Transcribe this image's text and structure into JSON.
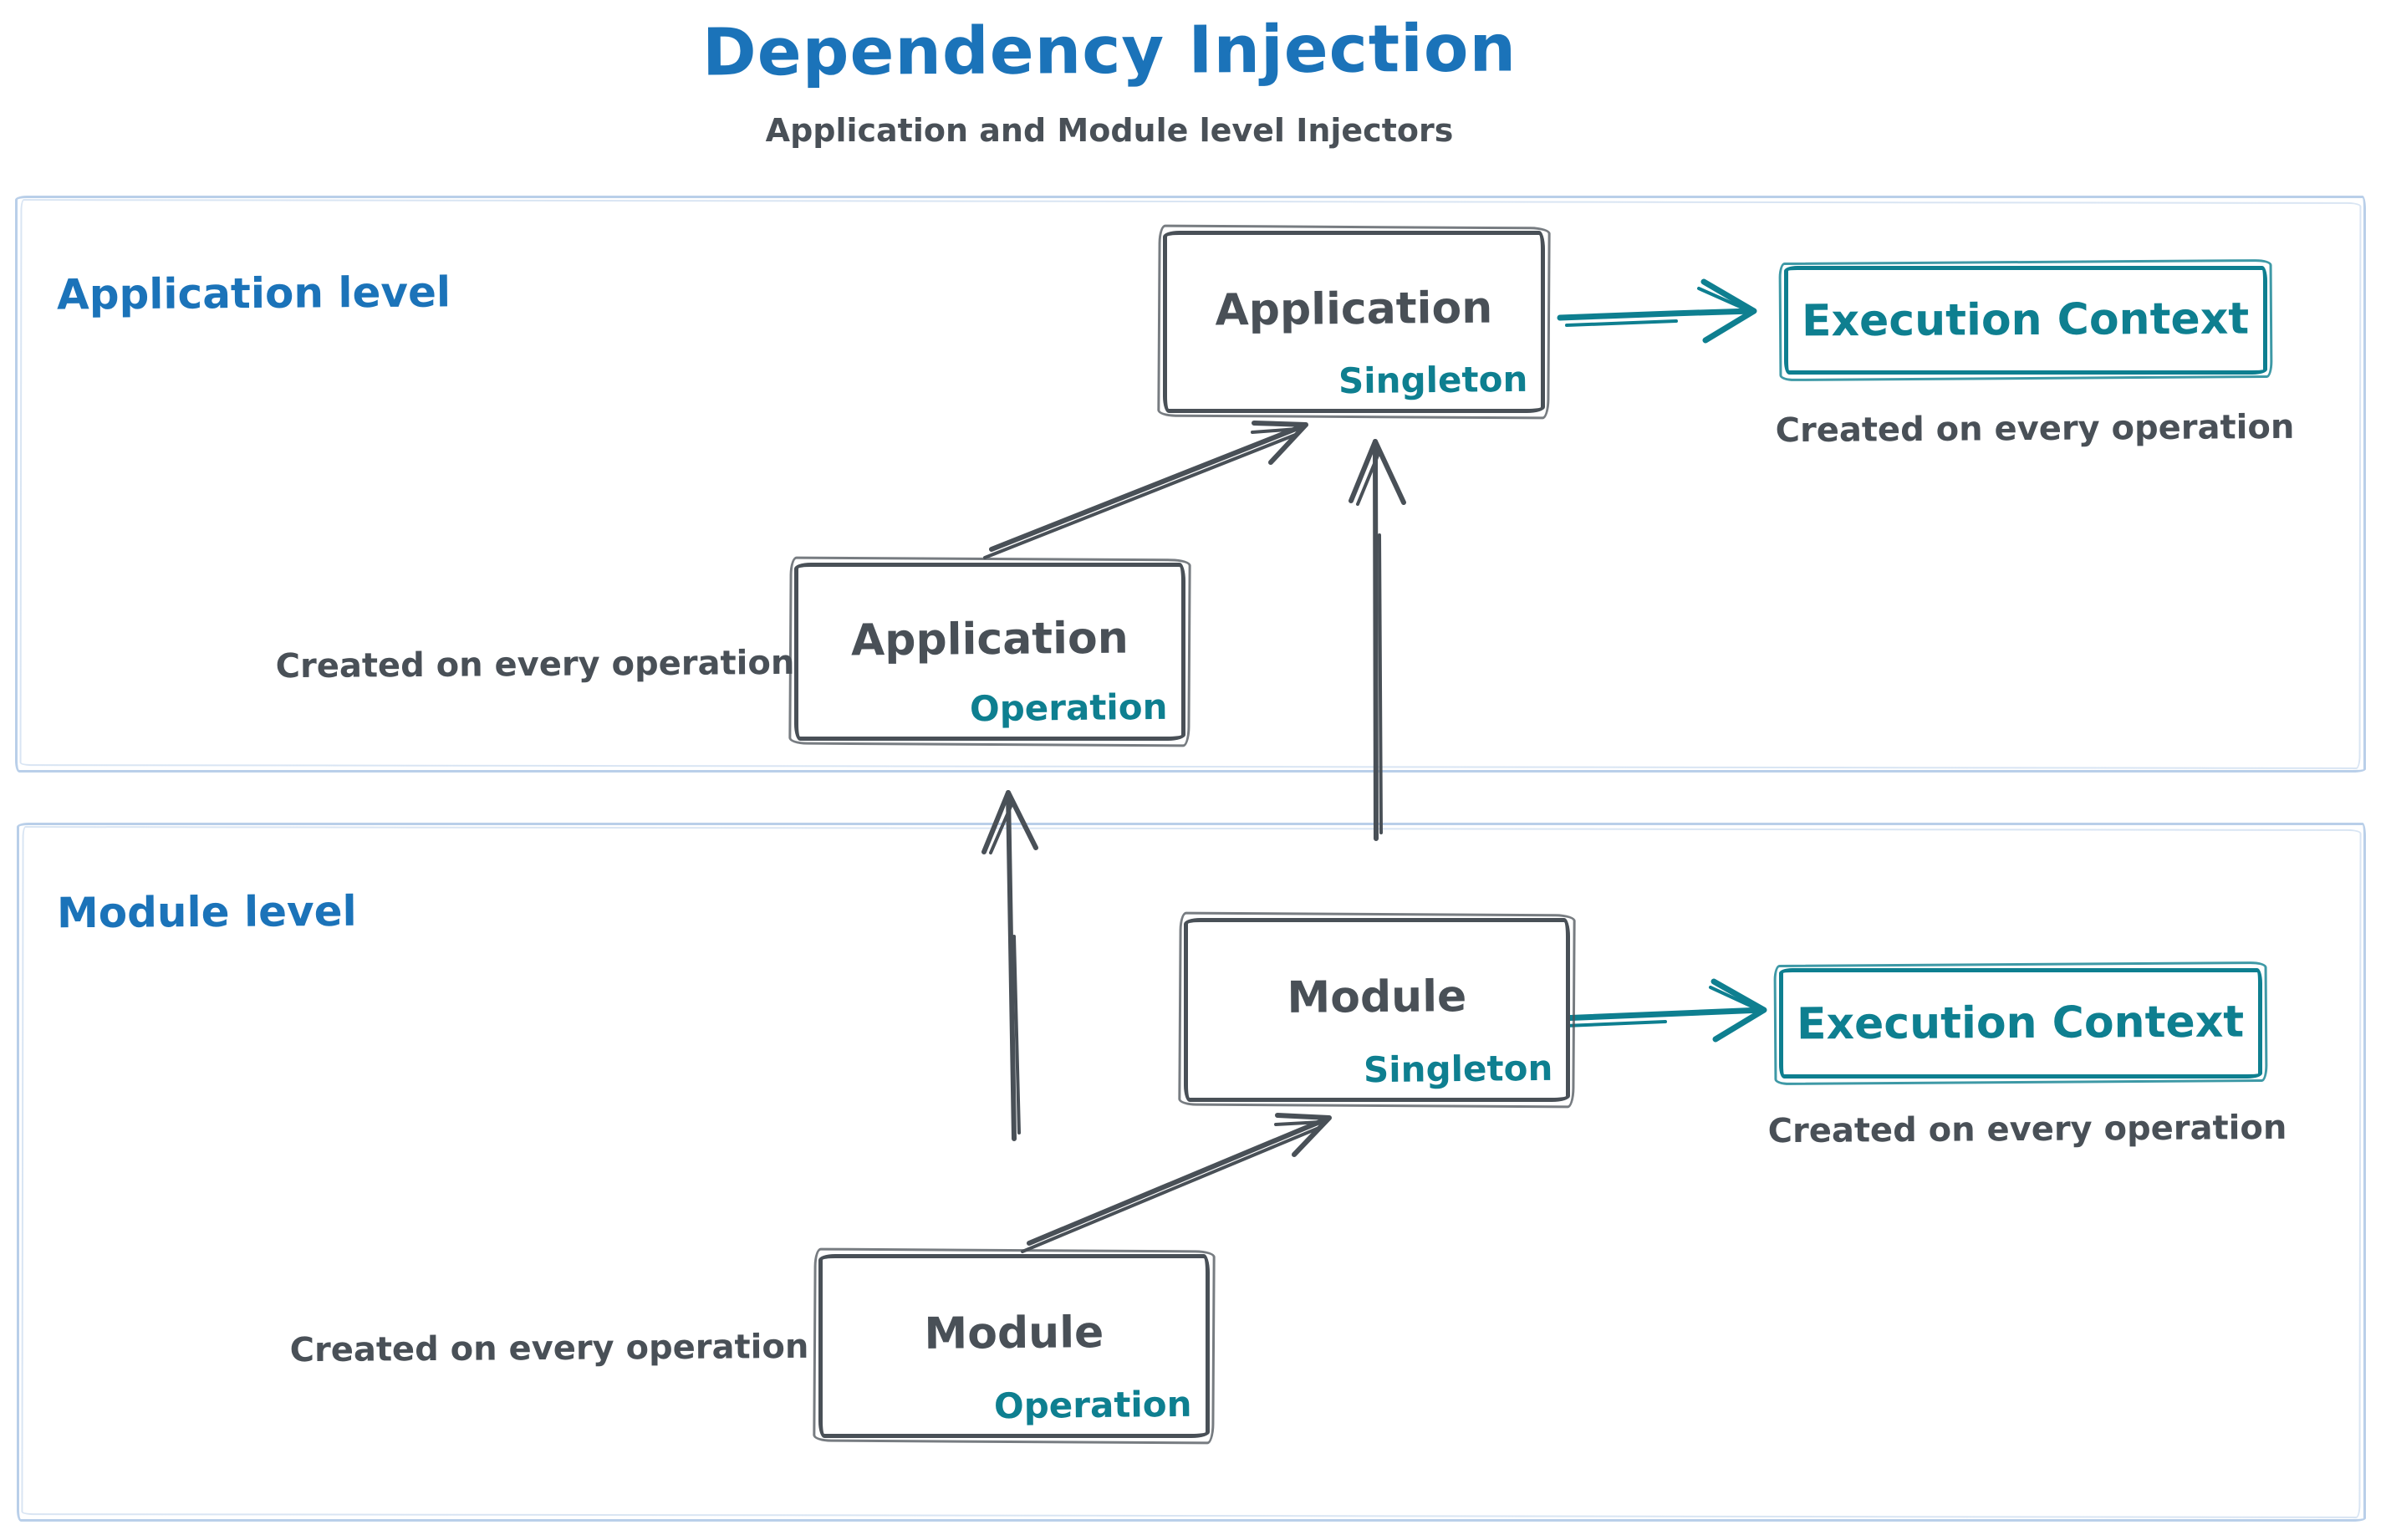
{
  "title": "Dependency Injection",
  "subtitle": "Application and Module level Injectors",
  "colors": {
    "blue": "#1b73b9",
    "dark": "#495057",
    "teal": "#0e7f90",
    "region": "#b9cfe9",
    "bg": "#ffffff"
  },
  "application_level": {
    "label": "Application level",
    "singleton_box": {
      "name": "Application",
      "scope": "Singleton"
    },
    "operation_box": {
      "name": "Application",
      "scope": "Operation"
    },
    "execution_context_label": "Execution Context",
    "execution_context_caption": "Created on every operation",
    "operation_caption": "Created on every operation"
  },
  "module_level": {
    "label": "Module level",
    "singleton_box": {
      "name": "Module",
      "scope": "Singleton"
    },
    "operation_box": {
      "name": "Module",
      "scope": "Operation"
    },
    "execution_context_label": "Execution Context",
    "execution_context_caption": "Created on every operation",
    "operation_caption": "Created on every operation"
  }
}
